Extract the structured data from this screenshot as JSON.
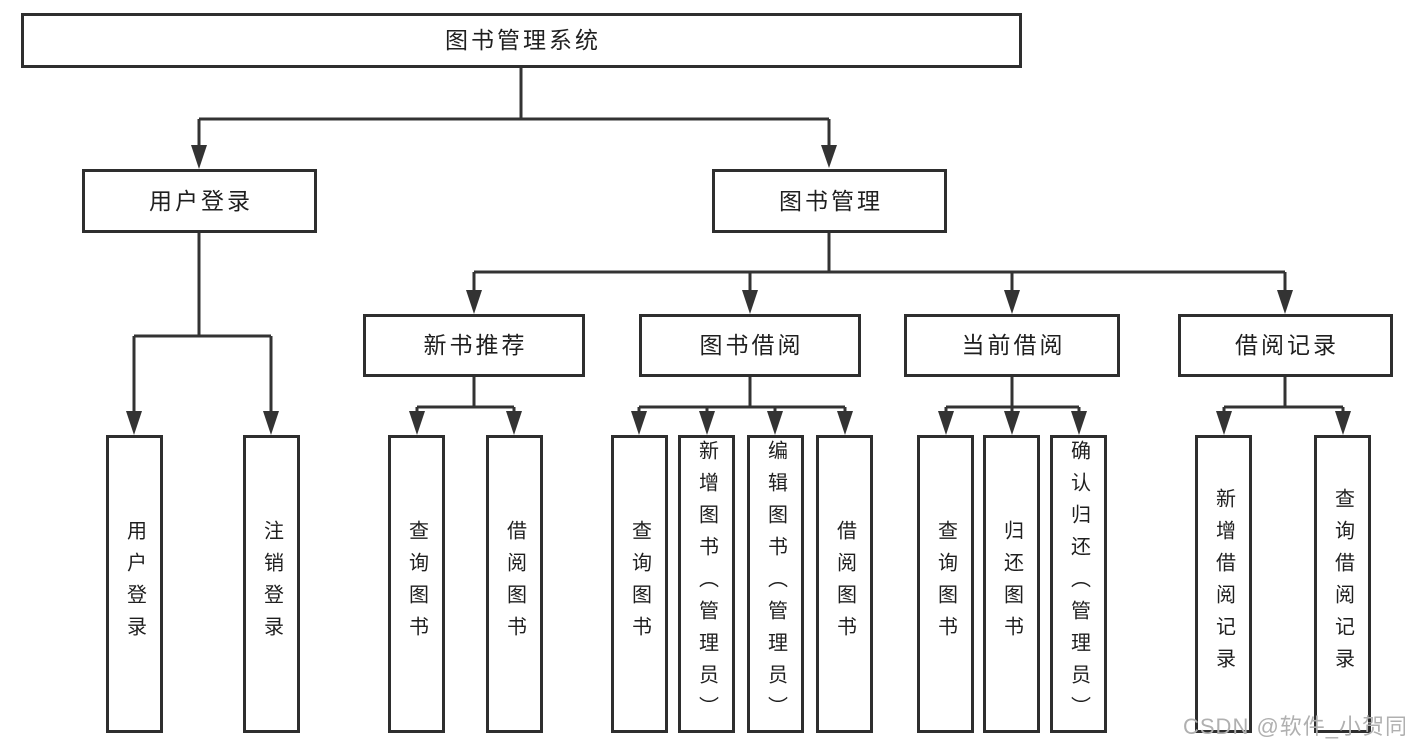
{
  "nodes": {
    "root": {
      "label": "图书管理系统"
    },
    "level2": [
      {
        "label": "用户登录"
      },
      {
        "label": "图书管理"
      }
    ],
    "level3": [
      {
        "label": "新书推荐",
        "parent": "图书管理"
      },
      {
        "label": "图书借阅",
        "parent": "图书管理"
      },
      {
        "label": "当前借阅",
        "parent": "图书管理"
      },
      {
        "label": "借阅记录",
        "parent": "图书管理"
      }
    ],
    "leaves": [
      {
        "label": "用户登录",
        "parent": "用户登录"
      },
      {
        "label": "注销登录",
        "parent": "用户登录"
      },
      {
        "label": "查询图书",
        "parent": "新书推荐"
      },
      {
        "label": "借阅图书",
        "parent": "新书推荐"
      },
      {
        "label": "查询图书",
        "parent": "图书借阅"
      },
      {
        "label": "新增图书（管理员）",
        "parent": "图书借阅"
      },
      {
        "label": "编辑图书（管理员）",
        "parent": "图书借阅"
      },
      {
        "label": "借阅图书",
        "parent": "图书借阅"
      },
      {
        "label": "查询图书",
        "parent": "当前借阅"
      },
      {
        "label": "归还图书",
        "parent": "当前借阅"
      },
      {
        "label": "确认归还（管理员）",
        "parent": "当前借阅"
      },
      {
        "label": "新增借阅记录",
        "parent": "借阅记录"
      },
      {
        "label": "查询借阅记录",
        "parent": "借阅记录"
      }
    ]
  },
  "watermark": {
    "text": "CSDN @软件_小贺同学"
  },
  "colors": {
    "line": "#333333",
    "box_border": "#2e2e2e",
    "text": "#1f1f1f",
    "watermark": "#b0b0b0",
    "background": "#ffffff"
  }
}
